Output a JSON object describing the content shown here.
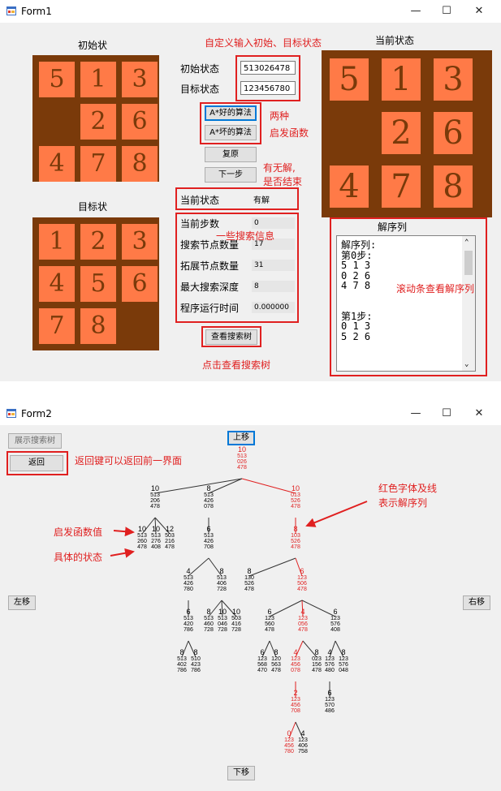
{
  "form1": {
    "title": "Form1",
    "window_controls": {
      "minimize": "—",
      "maximize": "☐",
      "close": "✕"
    },
    "initial_label": "初始状",
    "goal_label": "目标状",
    "current_label": "当前状态",
    "initial_tiles": [
      "5",
      "1",
      "3",
      "",
      "2",
      "6",
      "4",
      "7",
      "8"
    ],
    "goal_tiles": [
      "1",
      "2",
      "3",
      "4",
      "5",
      "6",
      "7",
      "8",
      ""
    ],
    "current_tiles": [
      "5",
      "1",
      "3",
      "",
      "2",
      "6",
      "4",
      "7",
      "8"
    ],
    "input_initial_label": "初始状态",
    "input_initial_value": "513026478",
    "input_goal_label": "目标状态",
    "input_goal_value": "123456780",
    "btn_good": "A*好的算法",
    "btn_bad": "A*坏的算法",
    "btn_reset": "复原",
    "btn_next": "下一步",
    "status_label": "当前状态",
    "status_value": "有解",
    "stats": [
      {
        "label": "当前步数",
        "value": "0"
      },
      {
        "label": "搜索节点数量",
        "value": "17"
      },
      {
        "label": "拓展节点数量",
        "value": "31"
      },
      {
        "label": "最大搜索深度",
        "value": "8"
      },
      {
        "label": "程序运行时间",
        "value": "0.000000"
      }
    ],
    "btn_tree": "查看搜索树",
    "solution_title": "解序列",
    "solution_lines": [
      "解序列:",
      "第0步:",
      "5 1 3",
      "0 2 6",
      "4 7 8",
      "",
      "",
      "第1步:",
      "0 1 3",
      "5 2 6"
    ],
    "annotations": {
      "custom_input": "自定义输入初始、目标状态",
      "two_kinds": "两种",
      "heuristic": "启发函数",
      "solvable": "有无解,",
      "finished": "是否结束",
      "search_info": "一些搜索信息",
      "scroll_hint": "滚动条查看解序列",
      "click_tree": "点击查看搜索树"
    }
  },
  "form2": {
    "title": "Form2",
    "window_controls": {
      "minimize": "—",
      "maximize": "☐",
      "close": "✕"
    },
    "btn_show_tree": "展示搜索树",
    "btn_back": "返回",
    "btn_up": "上移",
    "btn_down": "下移",
    "btn_left": "左移",
    "btn_right": "右移",
    "annotations": {
      "back_hint": "返回键可以返回前一界面",
      "heuristic_value": "启发函数值",
      "state_hint": "具体的状态",
      "red_hint_1": "红色字体及线",
      "red_hint_2": "表示解序列"
    },
    "tree_nodes": [
      {
        "id": "n0",
        "f": "10",
        "s": [
          "513",
          "026",
          "478"
        ],
        "red": true
      },
      {
        "id": "n1",
        "f": "10",
        "s": [
          "513",
          "206",
          "478"
        ],
        "red": false
      },
      {
        "id": "n2",
        "f": "8",
        "s": [
          "513",
          "426",
          "078"
        ],
        "red": false
      },
      {
        "id": "n3",
        "f": "10",
        "s": [
          "013",
          "526",
          "478"
        ],
        "red": true
      },
      {
        "id": "n4",
        "f": "10",
        "s": [
          "513",
          "260",
          "478"
        ],
        "red": false
      },
      {
        "id": "n5",
        "f": "10",
        "s": [
          "513",
          "276",
          "408"
        ],
        "red": false
      },
      {
        "id": "n6",
        "f": "12",
        "s": [
          "503",
          "216",
          "478"
        ],
        "red": false
      },
      {
        "id": "n7",
        "f": "6",
        "s": [
          "513",
          "426",
          "708"
        ],
        "red": false
      },
      {
        "id": "n8",
        "f": "8",
        "s": [
          "103",
          "526",
          "478"
        ],
        "red": true
      },
      {
        "id": "n9",
        "f": "4",
        "s": [
          "513",
          "426",
          "780"
        ],
        "red": false
      },
      {
        "id": "n10",
        "f": "8",
        "s": [
          "513",
          "406",
          "728"
        ],
        "red": false
      },
      {
        "id": "n11",
        "f": "8",
        "s": [
          "130",
          "526",
          "478"
        ],
        "red": false
      },
      {
        "id": "n12",
        "f": "6",
        "s": [
          "123",
          "506",
          "478"
        ],
        "red": true
      },
      {
        "id": "n13",
        "f": "6",
        "s": [
          "513",
          "420",
          "786"
        ],
        "red": false
      },
      {
        "id": "n14",
        "f": "8",
        "s": [
          "513",
          "460",
          "728"
        ],
        "red": false
      },
      {
        "id": "n15",
        "f": "10",
        "s": [
          "513",
          "046",
          "728"
        ],
        "red": false
      },
      {
        "id": "n16",
        "f": "10",
        "s": [
          "503",
          "416",
          "728"
        ],
        "red": false
      },
      {
        "id": "n17",
        "f": "6",
        "s": [
          "123",
          "560",
          "478"
        ],
        "red": false
      },
      {
        "id": "n18",
        "f": "4",
        "s": [
          "123",
          "056",
          "478"
        ],
        "red": true
      },
      {
        "id": "n19",
        "f": "6",
        "s": [
          "123",
          "576",
          "408"
        ],
        "red": false
      },
      {
        "id": "n20",
        "f": "8",
        "s": [
          "513",
          "402",
          "786"
        ],
        "red": false
      },
      {
        "id": "n21",
        "f": "8",
        "s": [
          "510",
          "423",
          "786"
        ],
        "red": false
      },
      {
        "id": "n22",
        "f": "6",
        "s": [
          "123",
          "568",
          "470"
        ],
        "red": false
      },
      {
        "id": "n23",
        "f": "8",
        "s": [
          "120",
          "563",
          "478"
        ],
        "red": false
      },
      {
        "id": "n24",
        "f": "4",
        "s": [
          "123",
          "456",
          "078"
        ],
        "red": true
      },
      {
        "id": "n25",
        "f": "8",
        "s": [
          "023",
          "156",
          "478"
        ],
        "red": false
      },
      {
        "id": "n26",
        "f": "4",
        "s": [
          "123",
          "576",
          "480"
        ],
        "red": false
      },
      {
        "id": "n27",
        "f": "8",
        "s": [
          "123",
          "576",
          "048"
        ],
        "red": false
      },
      {
        "id": "n28",
        "f": "6",
        "s": [
          "123",
          "570",
          "486"
        ],
        "red": false
      },
      {
        "id": "n29",
        "f": "2",
        "s": [
          "123",
          "456",
          "708"
        ],
        "red": true
      },
      {
        "id": "n30",
        "f": "0",
        "s": [
          "123",
          "456",
          "780"
        ],
        "red": true
      },
      {
        "id": "n31",
        "f": "4",
        "s": [
          "123",
          "406",
          "758"
        ],
        "red": false
      }
    ]
  }
}
